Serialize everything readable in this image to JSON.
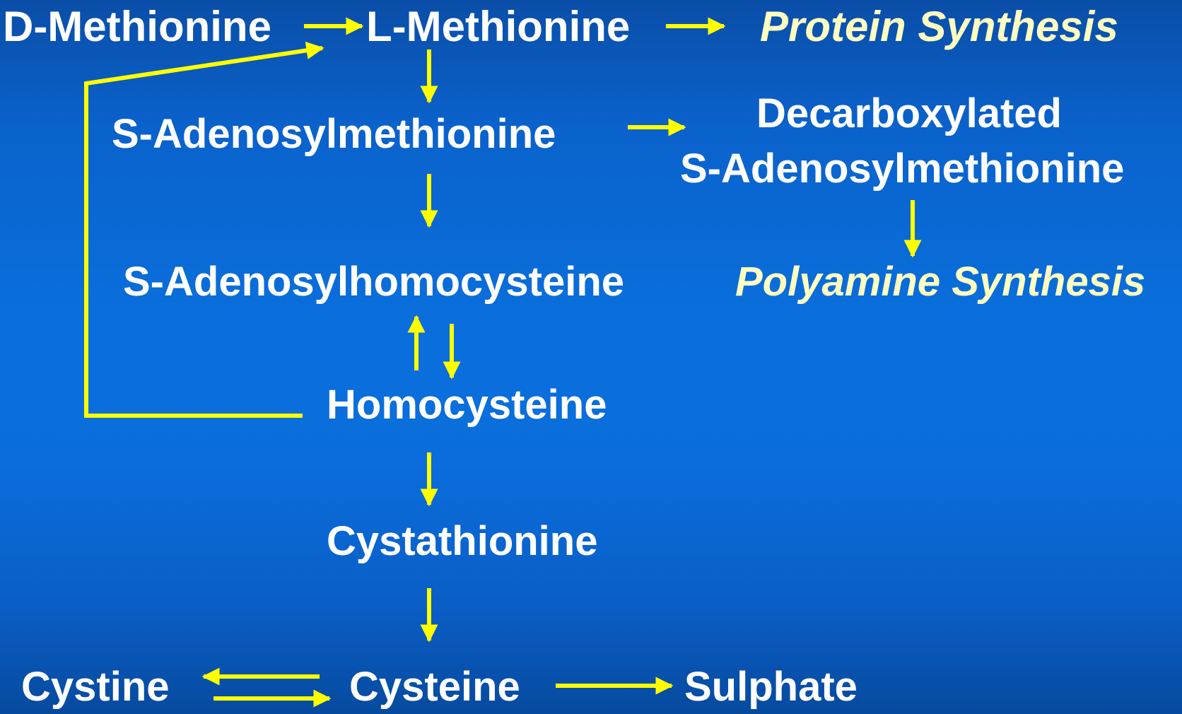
{
  "metabolites": {
    "d_methionine": "D-Methionine",
    "l_methionine": "L-Methionine",
    "sam": "S-Adenosylmethionine",
    "decarb_line1": "Decarboxylated",
    "decarb_line2": "S-Adenosylmethionine",
    "sah": "S-Adenosylhomocysteine",
    "homocysteine": "Homocysteine",
    "cystathionine": "Cystathionine",
    "cystine": "Cystine",
    "cysteine": "Cysteine",
    "sulphate": "Sulphate"
  },
  "processes": {
    "protein_synthesis": "Protein Synthesis",
    "polyamine_synthesis": "Polyamine Synthesis"
  },
  "colors": {
    "arrow": "#ffff00",
    "metabolite_text": "#ffffff",
    "process_text": "#ffffc0",
    "background_top": "#0a4ea8",
    "background_mid": "#0a6fdc",
    "background_bottom": "#064a9e"
  }
}
